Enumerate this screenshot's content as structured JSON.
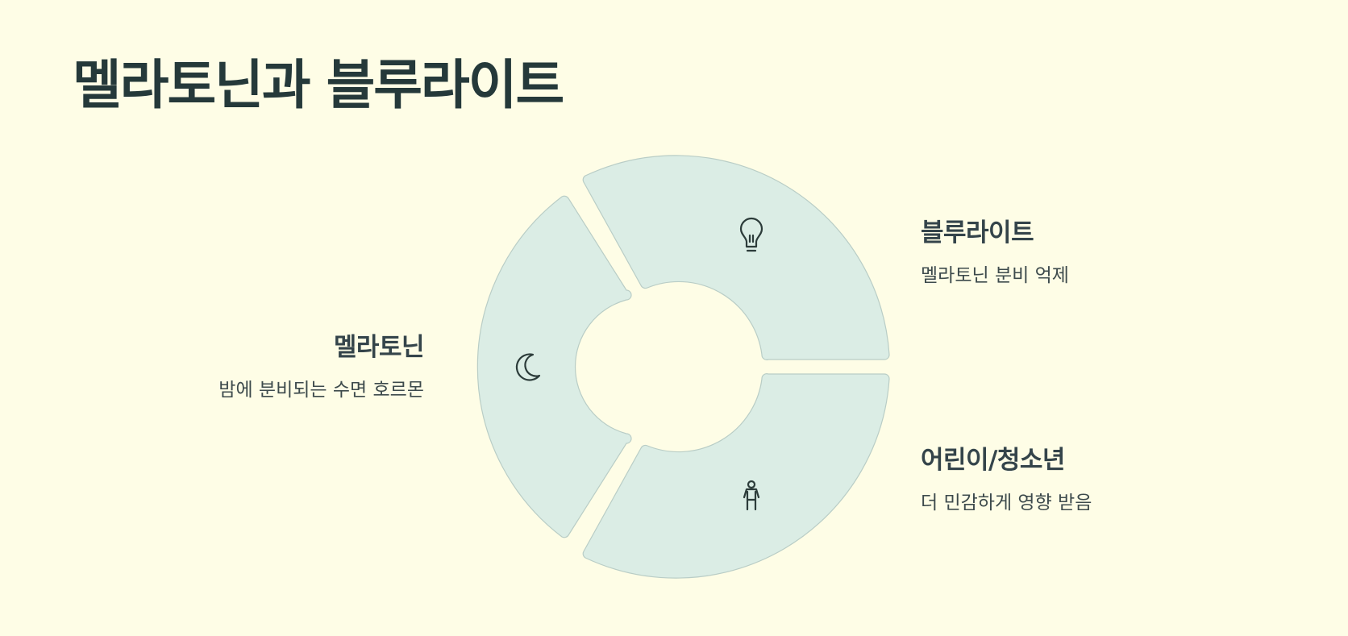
{
  "title": "멜라토닌과 블루라이트",
  "segments": [
    {
      "label": "멜라토닌",
      "description": "밤에 분비되는 수면 호르몬",
      "icon": "moon-icon"
    },
    {
      "label": "블루라이트",
      "description": "멜라토닌 분비 억제",
      "icon": "lightbulb-icon"
    },
    {
      "label": "어린이/청소년",
      "description": "더 민감하게 영향 받음",
      "icon": "person-icon"
    }
  ],
  "colors": {
    "background": "#fefde6",
    "segment_fill": "#dbede5",
    "segment_stroke": "#b9cdc6",
    "text": "#25393a"
  }
}
